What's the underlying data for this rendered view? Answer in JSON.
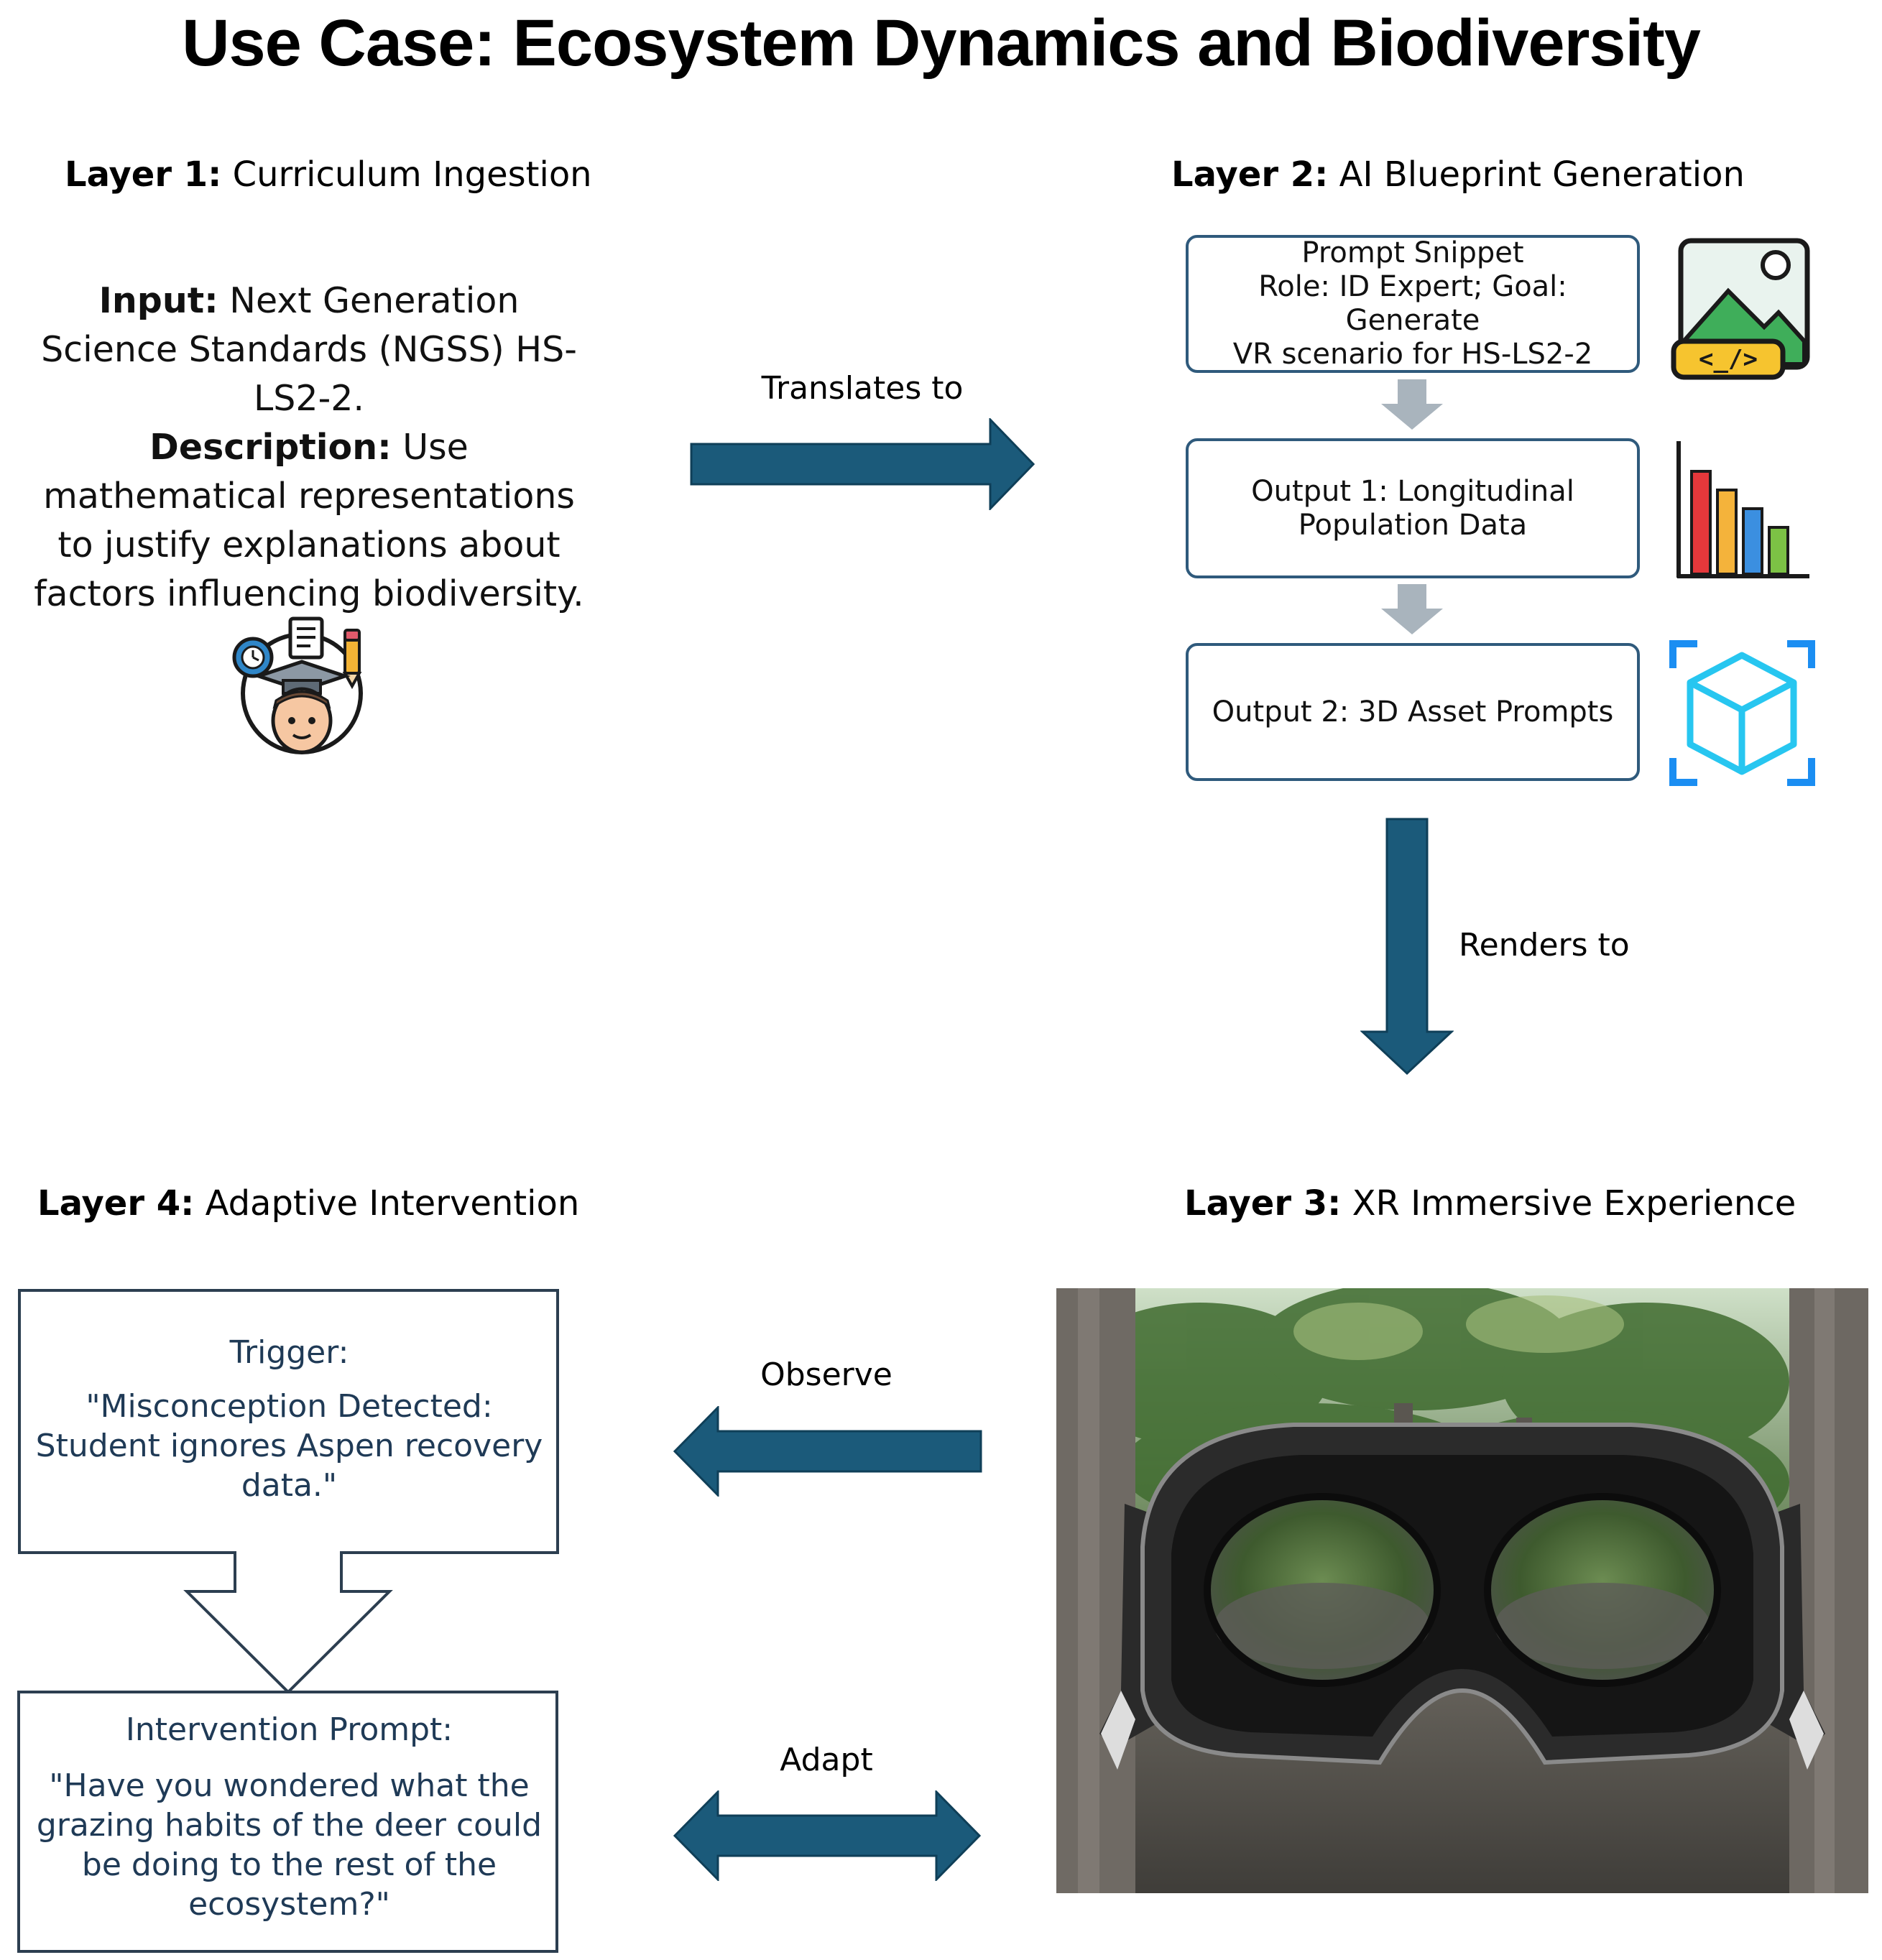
{
  "title": "Use Case: Ecosystem Dynamics and Biodiversity",
  "layer1": {
    "heading_bold": "Layer 1:",
    "heading_rest": " Curriculum Ingestion",
    "input_label": "Input:",
    "input_text": " Next Generation Science Standards (NGSS) HS-LS2-2.",
    "description_label": "Description:",
    "description_text": " Use mathematical representations to justify explanations about factors influencing biodiversity.",
    "icon": "student-curriculum-icon"
  },
  "layer2": {
    "heading_bold": "Layer 2:",
    "heading_rest": " AI Blueprint Generation",
    "box1": {
      "line1": "Prompt Snippet",
      "line2": "Role: ID Expert; Goal: Generate",
      "line3": "VR scenario for HS-LS2-2",
      "icon": "image-code-icon"
    },
    "box2": {
      "line1": "Output 1: Longitudinal",
      "line2": "Population Data",
      "icon": "bar-chart-icon"
    },
    "box3": {
      "line1": "Output 2: 3D Asset Prompts",
      "icon": "3d-cube-icon"
    }
  },
  "layer3": {
    "heading_bold": "Layer 3:",
    "heading_rest": " XR Immersive Experience",
    "image": "vr-headset-forest-image"
  },
  "layer4": {
    "heading_bold": "Layer 4:",
    "heading_rest": " Adaptive Intervention",
    "trigger_label": "Trigger:",
    "trigger_text": "\"Misconception Detected: Student ignores Aspen recovery data.\"",
    "intervention_label": "Intervention Prompt:",
    "intervention_text": "\"Have you wondered what the grazing habits of the deer could be doing to the rest of the ecosystem?\""
  },
  "arrows": {
    "translates": "Translates to",
    "renders": "Renders to",
    "observe": "Observe",
    "adapt": "Adapt"
  },
  "colors": {
    "arrow": "#1b5a7a",
    "box_border": "#2f5a7c",
    "gray_arrow": "#a9b4bd",
    "intervention_text": "#1f3a56"
  }
}
